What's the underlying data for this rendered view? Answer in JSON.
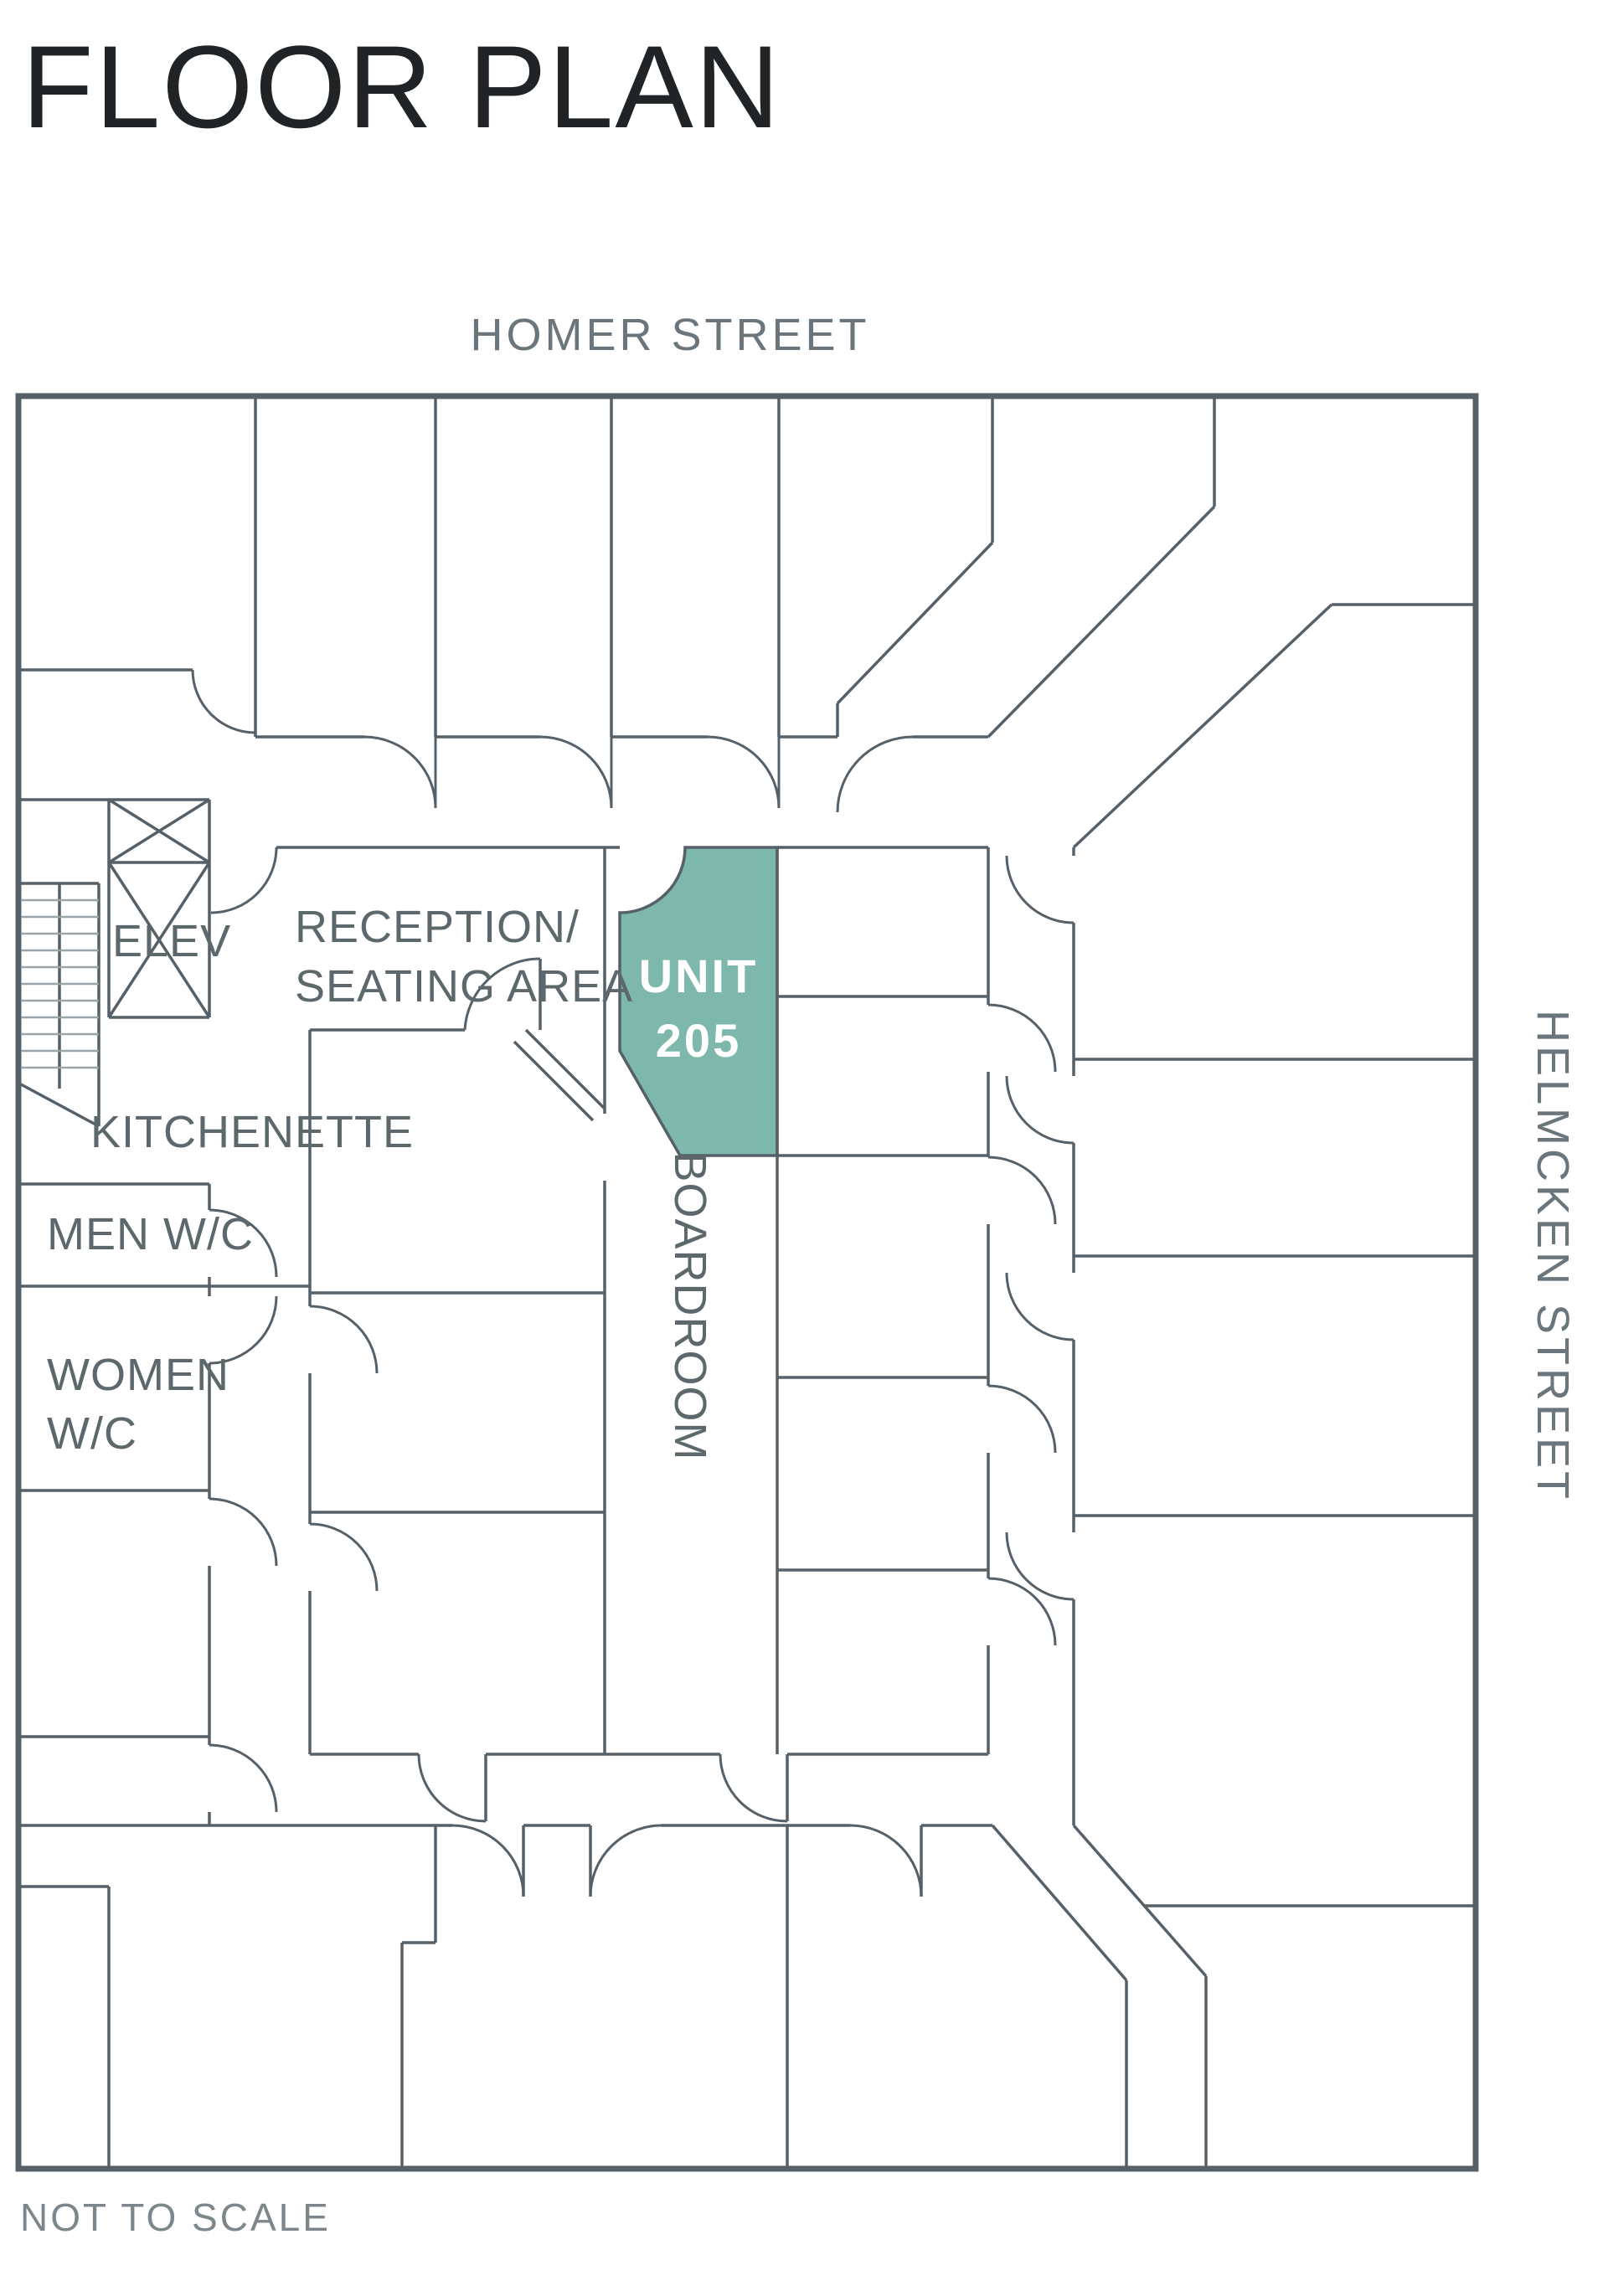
{
  "page": {
    "title": "FLOOR PLAN",
    "scale_note": "NOT TO SCALE"
  },
  "streets": {
    "top": "HOMER STREET",
    "right": "HELMCKEN STREET"
  },
  "unit": {
    "line1": "UNIT",
    "line2": "205"
  },
  "rooms": {
    "reception_line1": "RECEPTION/",
    "reception_line2": "SEATING AREA",
    "elevator": "ELEV",
    "kitchenette": "KITCHENETTE",
    "boardroom": "BOARDROOM",
    "men_wc": "MEN W/C",
    "women_wc_line1": "WOMEN",
    "women_wc_line2": "W/C"
  },
  "colors": {
    "highlight": "#7EB7AC",
    "wall": "#566069",
    "stair_tread": "#9AA3A8",
    "title_text": "#212426",
    "street_text": "#6A757C",
    "label_text": "#5D686D",
    "unit_text": "#FFFFFF",
    "note_text": "#7D868B"
  }
}
